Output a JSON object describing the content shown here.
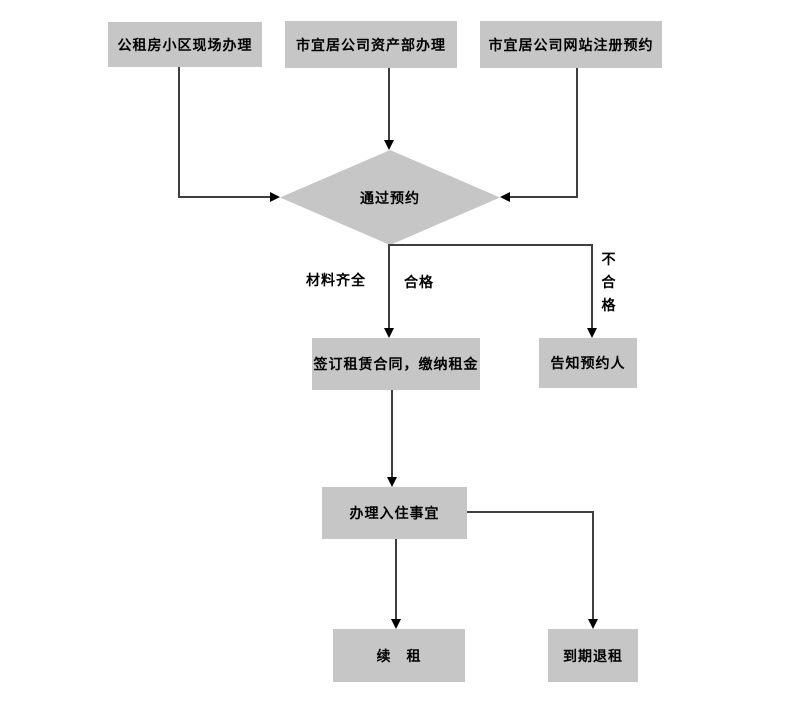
{
  "flowchart": {
    "nodes": {
      "entry_onsite": {
        "label": "公租房小区现场办理",
        "type": "process"
      },
      "entry_assets_dept": {
        "label": "市宜居公司资产部办理",
        "type": "process"
      },
      "entry_website": {
        "label": "市宜居公司网站注册预约",
        "type": "process"
      },
      "decision_reservation": {
        "label": "通过预约",
        "type": "decision"
      },
      "sign_contract": {
        "label": "签订租赁合同，缴纳租金",
        "type": "process"
      },
      "notify_applicant": {
        "label": "告知预约人",
        "type": "process"
      },
      "checkin": {
        "label": "办理入住事宜",
        "type": "process"
      },
      "renew_lease": {
        "label": "续　租",
        "type": "process"
      },
      "expire_return": {
        "label": "到期退租",
        "type": "process"
      }
    },
    "edge_labels": {
      "materials_complete": "材料齐全",
      "qualified": "合格",
      "unqualified": "不合格"
    },
    "colors": {
      "node_fill": "#C6C6C6",
      "line": "#3F3F3F",
      "arrow": "#000000",
      "text": "#000000",
      "background": "#FFFFFF"
    }
  }
}
